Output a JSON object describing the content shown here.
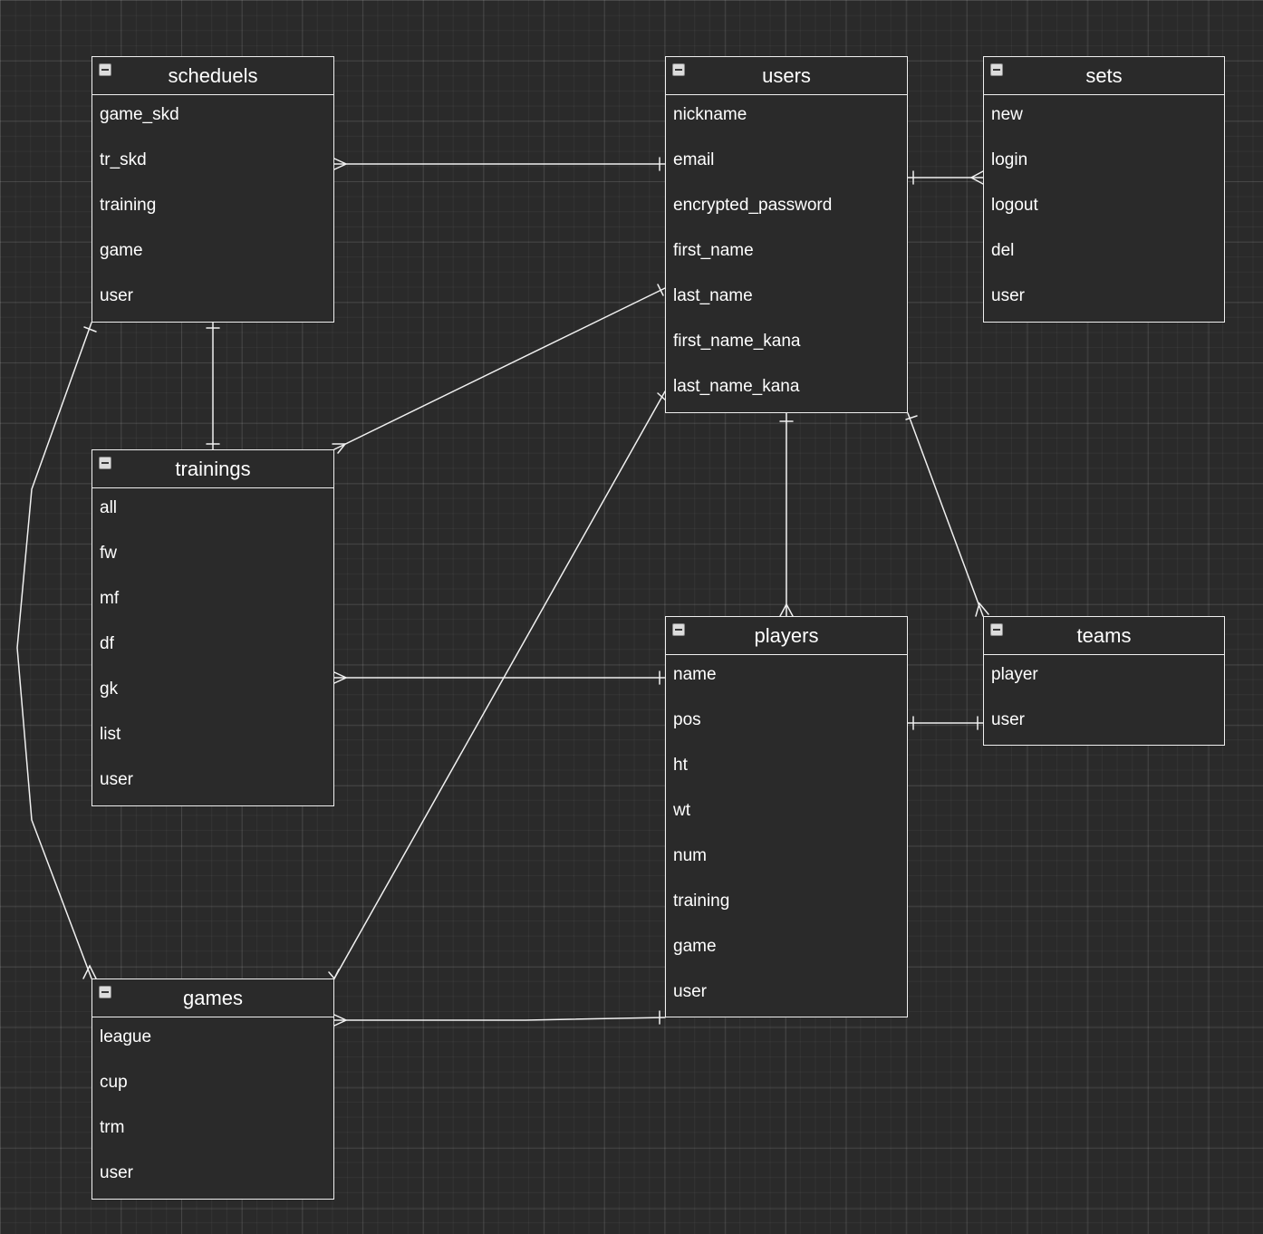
{
  "diagram": {
    "entities": [
      {
        "id": "scheduels",
        "title": "scheduels",
        "fields": [
          "game_skd",
          "tr_skd",
          "training",
          "game",
          "user"
        ]
      },
      {
        "id": "users",
        "title": "users",
        "fields": [
          "nickname",
          "email",
          "encrypted_password",
          "first_name",
          "last_name",
          "first_name_kana",
          "last_name_kana"
        ]
      },
      {
        "id": "sets",
        "title": "sets",
        "fields": [
          "new",
          "login",
          "logout",
          "del",
          "user"
        ]
      },
      {
        "id": "trainings",
        "title": "trainings",
        "fields": [
          "all",
          "fw",
          "mf",
          "df",
          "gk",
          "list",
          "user"
        ]
      },
      {
        "id": "players",
        "title": "players",
        "fields": [
          "name",
          "pos",
          "ht",
          "wt",
          "num",
          "training",
          "game",
          "user"
        ]
      },
      {
        "id": "teams",
        "title": "teams",
        "fields": [
          "player",
          "user"
        ]
      },
      {
        "id": "games",
        "title": "games",
        "fields": [
          "league",
          "cup",
          "trm",
          "user"
        ]
      }
    ],
    "relationships": [
      {
        "from": "scheduels",
        "to": "users",
        "from_end": "many",
        "to_end": "one"
      },
      {
        "from": "users",
        "to": "sets",
        "from_end": "one",
        "to_end": "many"
      },
      {
        "from": "scheduels",
        "to": "trainings",
        "from_end": "one",
        "to_end": "one"
      },
      {
        "from": "trainings",
        "to": "users",
        "from_end": "many",
        "to_end": "one"
      },
      {
        "from": "games",
        "to": "users",
        "from_end": "many",
        "to_end": "one"
      },
      {
        "from": "users",
        "to": "players",
        "from_end": "one",
        "to_end": "many"
      },
      {
        "from": "users",
        "to": "teams",
        "from_end": "one",
        "to_end": "many"
      },
      {
        "from": "trainings",
        "to": "players",
        "from_end": "many",
        "to_end": "one"
      },
      {
        "from": "players",
        "to": "teams",
        "from_end": "one",
        "to_end": "one"
      },
      {
        "from": "games",
        "to": "players",
        "from_end": "many",
        "to_end": "one"
      },
      {
        "from": "scheduels",
        "to": "games",
        "from_end": "one",
        "to_end": "many"
      }
    ]
  },
  "colors": {
    "background": "#2a2a2a",
    "line": "#f0f0f0"
  },
  "icons": {
    "collapse": "collapse-icon"
  }
}
